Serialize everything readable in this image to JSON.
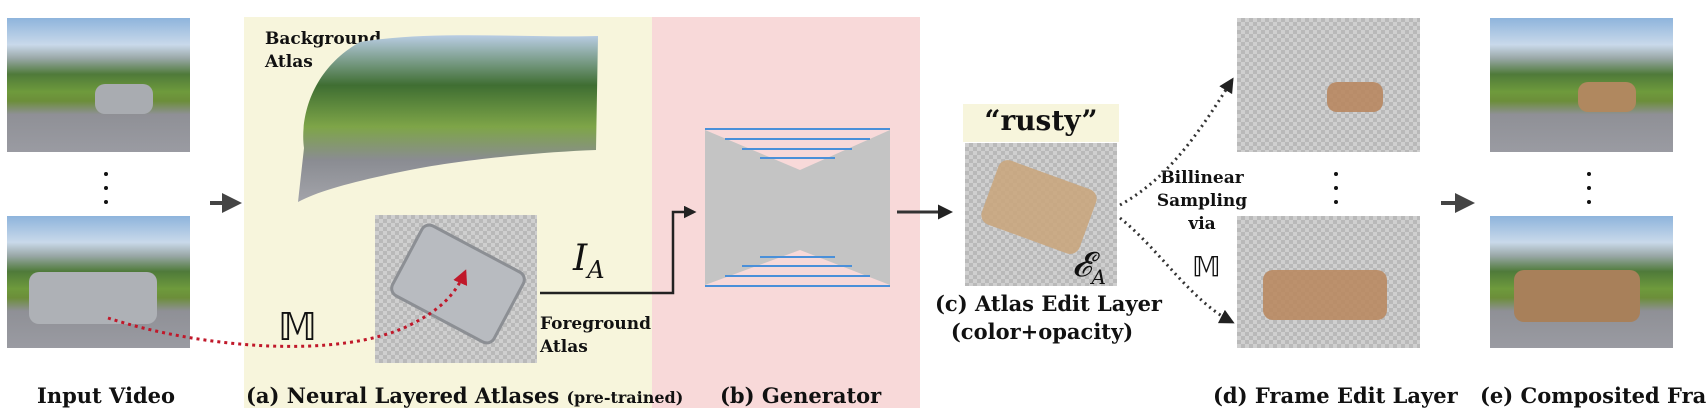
{
  "left_column": {
    "caption": "Input Video"
  },
  "panel_a": {
    "background_label_line1": "Background",
    "background_label_line2": "Atlas",
    "foreground_label_line1": "Foreground",
    "foreground_label_line2": "Atlas",
    "mapping_symbol": "𝕄",
    "caption_main": "(a) Neural Layered Atlases",
    "caption_sub": "(pre-trained)"
  },
  "panel_b": {
    "caption": "(b) Generator",
    "input_symbol": "I",
    "input_subscript": "A"
  },
  "edit_layer": {
    "prompt_text": "“rusty”",
    "layer_symbol": "𝓔",
    "layer_subscript": "A",
    "caption_line1": "(c) Atlas Edit Layer",
    "caption_line2": "(color+opacity)"
  },
  "sampling": {
    "line1": "Billinear",
    "line2": "Sampling",
    "line3": "via",
    "symbol": "𝕄"
  },
  "frame_edit": {
    "caption": "(d) Frame Edit Layer"
  },
  "composited": {
    "caption": "(e) Composited Frames"
  },
  "colors": {
    "panel_a_bg": "#f7f5dc",
    "panel_b_bg": "#f8d9d9",
    "mapping_path": "#c0182a",
    "generator_line": "#4a90d9",
    "generator_body": "#c4c4c4"
  }
}
